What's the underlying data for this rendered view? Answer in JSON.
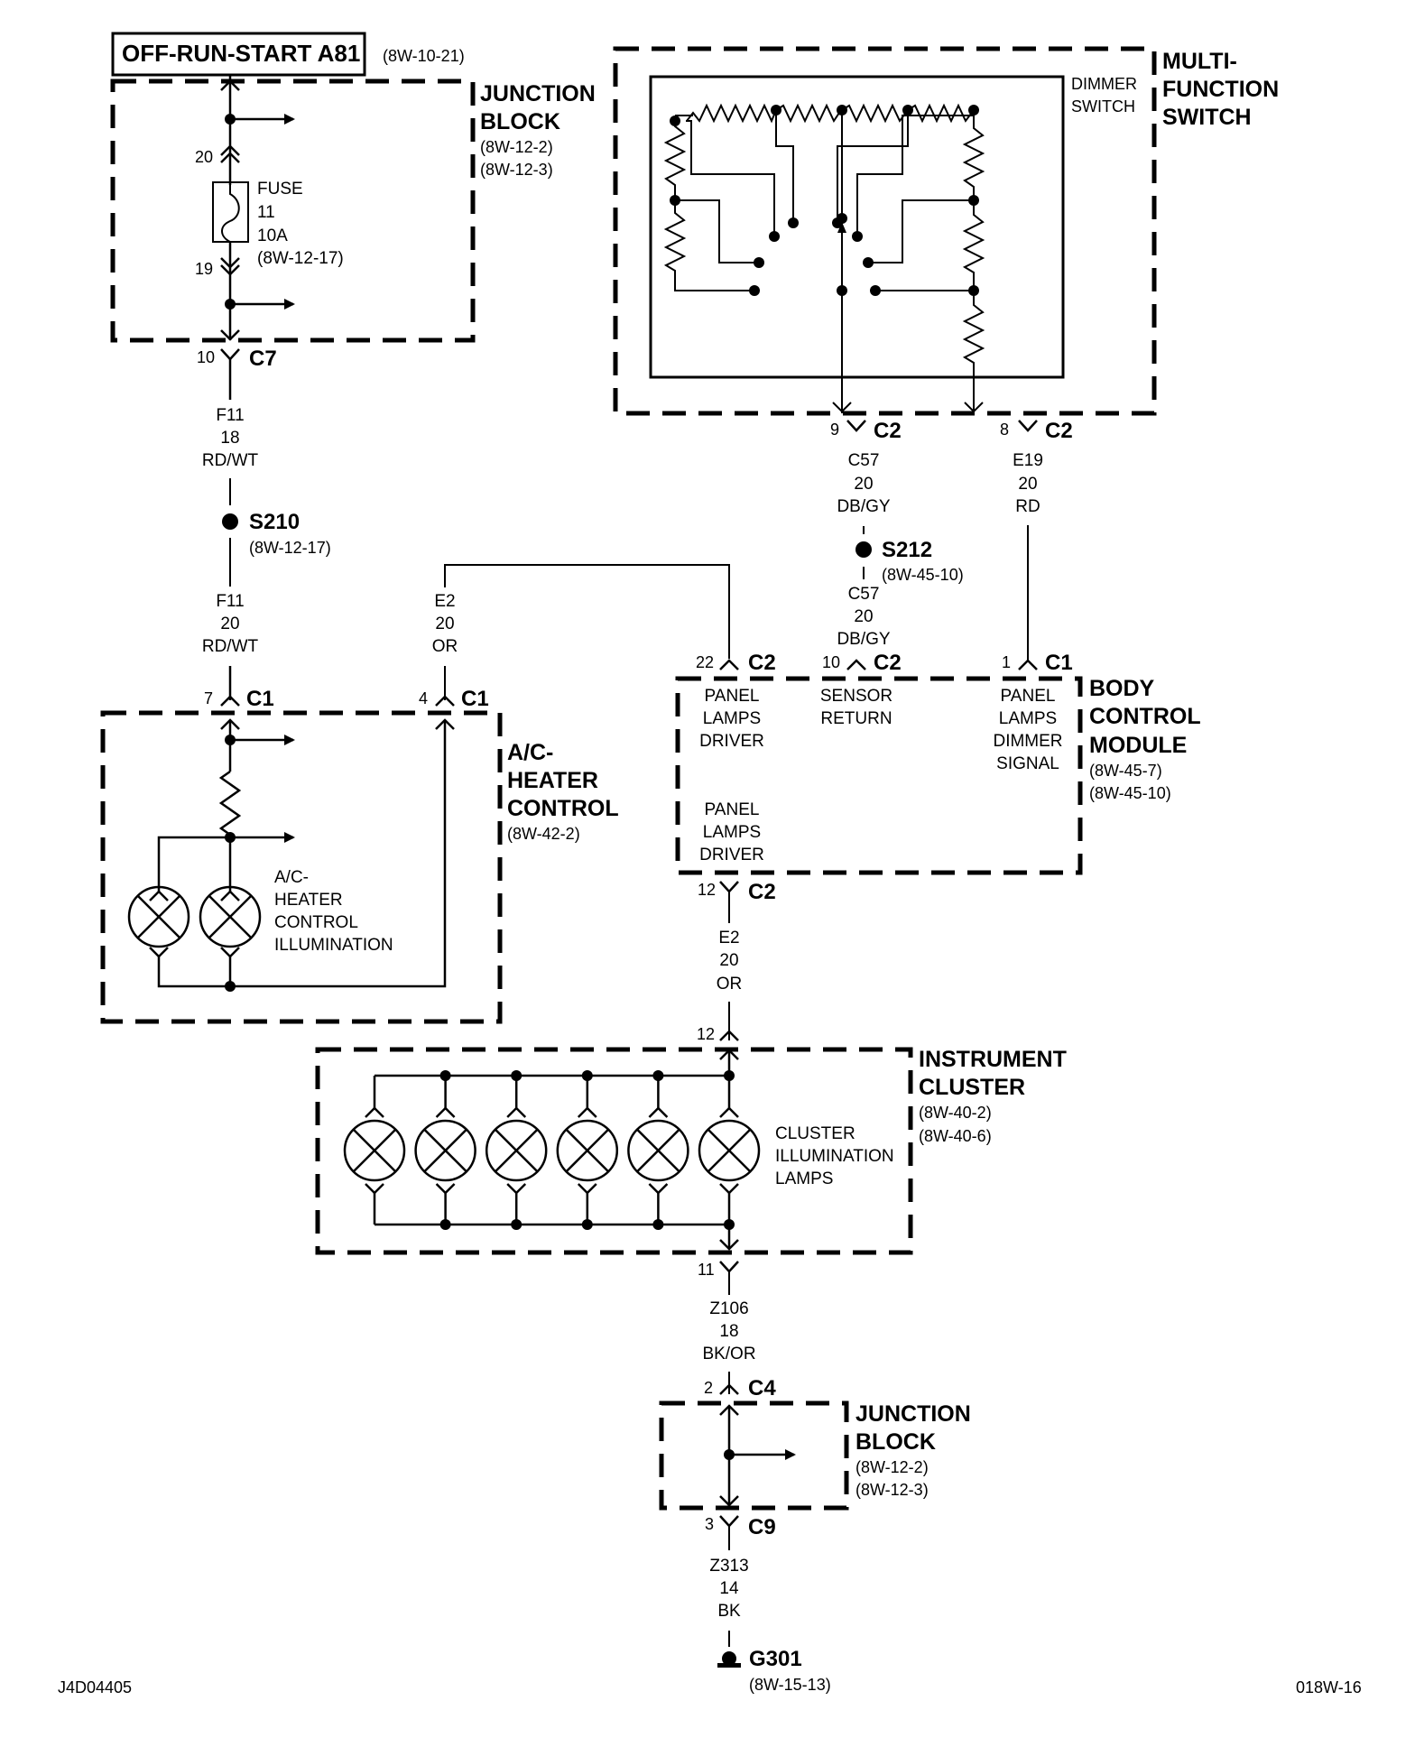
{
  "diagram": {
    "title": "OFF-RUN-START A81",
    "title_ref": "(8W-10-21)",
    "drawing_id": "J4D04405",
    "page_id": "018W-16"
  },
  "junction_block_top": {
    "name_line1": "JUNCTION",
    "name_line2": "BLOCK",
    "ref1": "(8W-12-2)",
    "ref2": "(8W-12-3)",
    "fuse_label": "FUSE",
    "fuse_number": "11",
    "fuse_rating": "10A",
    "fuse_ref": "(8W-12-17)",
    "pin_top": "20",
    "pin_bottom": "19",
    "out_connector_pin": "10",
    "out_connector": "C7"
  },
  "wires": {
    "f11_upper": {
      "circuit": "F11",
      "gauge": "18",
      "color": "RD/WT"
    },
    "f11_lower": {
      "circuit": "F11",
      "gauge": "20",
      "color": "RD/WT"
    },
    "e2_upper": {
      "circuit": "E2",
      "gauge": "20",
      "color": "OR"
    },
    "c57_upper": {
      "circuit": "C57",
      "gauge": "20",
      "color": "DB/GY"
    },
    "c57_lower": {
      "circuit": "C57",
      "gauge": "20",
      "color": "DB/GY"
    },
    "e19": {
      "circuit": "E19",
      "gauge": "20",
      "color": "RD"
    },
    "e2_lower": {
      "circuit": "E2",
      "gauge": "20",
      "color": "OR"
    },
    "z106": {
      "circuit": "Z106",
      "gauge": "18",
      "color": "BK/OR"
    },
    "z313": {
      "circuit": "Z313",
      "gauge": "14",
      "color": "BK"
    }
  },
  "splices": {
    "s210": {
      "id": "S210",
      "ref": "(8W-12-17)"
    },
    "s212": {
      "id": "S212",
      "ref": "(8W-45-10)"
    }
  },
  "multi_function_switch": {
    "name_line1": "MULTI-",
    "name_line2": "FUNCTION",
    "name_line3": "SWITCH",
    "dimmer_line1": "DIMMER",
    "dimmer_line2": "SWITCH",
    "pin_left": "9",
    "conn_left": "C2",
    "pin_right": "8",
    "conn_right": "C2"
  },
  "ac_heater_control": {
    "name_line1": "A/C-",
    "name_line2": "HEATER",
    "name_line3": "CONTROL",
    "ref": "(8W-42-2)",
    "pin_left": "7",
    "conn_left": "C1",
    "pin_right": "4",
    "conn_right": "C1",
    "lamp_label_line1": "A/C-",
    "lamp_label_line2": "HEATER",
    "lamp_label_line3": "CONTROL",
    "lamp_label_line4": "ILLUMINATION"
  },
  "body_control_module": {
    "name_line1": "BODY",
    "name_line2": "CONTROL",
    "name_line3": "MODULE",
    "ref1": "(8W-45-7)",
    "ref2": "(8W-45-10)",
    "pin_22": "22",
    "conn_22": "C2",
    "pin_10": "10",
    "conn_10": "C2",
    "pin_1": "1",
    "conn_1": "C1",
    "pin_12": "12",
    "conn_12": "C2",
    "fn_driver_top": [
      "PANEL",
      "LAMPS",
      "DRIVER"
    ],
    "fn_sensor": [
      "SENSOR",
      "RETURN"
    ],
    "fn_dimmer": [
      "PANEL",
      "LAMPS",
      "DIMMER",
      "SIGNAL"
    ],
    "fn_driver_bottom": [
      "PANEL",
      "LAMPS",
      "DRIVER"
    ]
  },
  "instrument_cluster": {
    "name_line1": "INSTRUMENT",
    "name_line2": "CLUSTER",
    "ref1": "(8W-40-2)",
    "ref2": "(8W-40-6)",
    "pin_in": "12",
    "pin_out": "11",
    "lamp_label_line1": "CLUSTER",
    "lamp_label_line2": "ILLUMINATION",
    "lamp_label_line3": "LAMPS",
    "lamp_count": 6
  },
  "junction_block_bottom": {
    "name_line1": "JUNCTION",
    "name_line2": "BLOCK",
    "ref1": "(8W-12-2)",
    "ref2": "(8W-12-3)",
    "pin_in": "2",
    "conn_in": "C4",
    "pin_out": "3",
    "conn_out": "C9"
  },
  "ground": {
    "id": "G301",
    "ref": "(8W-15-13)"
  }
}
